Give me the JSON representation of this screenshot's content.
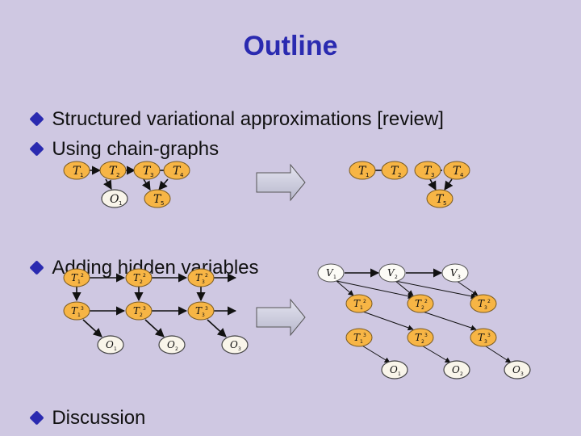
{
  "slide": {
    "title": "Outline",
    "bullets": [
      {
        "text": "Structured variational approximations [review]"
      },
      {
        "text": "Using chain-graphs"
      },
      {
        "text": "Adding hidden variables"
      },
      {
        "text": "Discussion"
      }
    ]
  },
  "colors": {
    "title": "#2a2ab0",
    "background": "#cfc8e2",
    "node_fill": "#f7b545",
    "observed_fill": "#f9f5ea",
    "arrow_fill": "#dcdcea"
  },
  "icons": {
    "bullet": "diamond-bullet",
    "transform": "right-arrow"
  },
  "diagrams": {
    "chain_left": {
      "nodes": [
        {
          "id": "T1",
          "main": "T",
          "sub": "1"
        },
        {
          "id": "T2",
          "main": "T",
          "sub": "2"
        },
        {
          "id": "T3",
          "main": "T",
          "sub": "3"
        },
        {
          "id": "T4",
          "main": "T",
          "sub": "4"
        },
        {
          "id": "O1",
          "main": "O",
          "sub": "1"
        },
        {
          "id": "T5",
          "main": "T",
          "sub": "5"
        }
      ]
    },
    "chain_right": {
      "nodes": [
        {
          "id": "T1",
          "main": "T",
          "sub": "1"
        },
        {
          "id": "T2",
          "main": "T",
          "sub": "2"
        },
        {
          "id": "T3",
          "main": "T",
          "sub": "3"
        },
        {
          "id": "T4",
          "main": "T",
          "sub": "4"
        },
        {
          "id": "T5",
          "main": "T",
          "sub": "5"
        }
      ]
    },
    "hidden_left": {
      "nodes": [
        {
          "id": "T12",
          "main": "T",
          "sub": "1",
          "sup": "2"
        },
        {
          "id": "T22",
          "main": "T",
          "sub": "2",
          "sup": "2"
        },
        {
          "id": "T32",
          "main": "T",
          "sub": "3",
          "sup": "2"
        },
        {
          "id": "T13",
          "main": "T",
          "sub": "1",
          "sup": "3"
        },
        {
          "id": "T23",
          "main": "T",
          "sub": "2",
          "sup": "3"
        },
        {
          "id": "T33",
          "main": "T",
          "sub": "3",
          "sup": "3"
        },
        {
          "id": "O1",
          "main": "O",
          "sub": "1"
        },
        {
          "id": "O2",
          "main": "O",
          "sub": "2"
        },
        {
          "id": "O3",
          "main": "O",
          "sub": "3"
        }
      ]
    },
    "hidden_right": {
      "nodes": [
        {
          "id": "V1",
          "main": "V",
          "sub": "1"
        },
        {
          "id": "V2",
          "main": "V",
          "sub": "2"
        },
        {
          "id": "V3",
          "main": "V",
          "sub": "3"
        },
        {
          "id": "T12",
          "main": "T",
          "sub": "1",
          "sup": "2"
        },
        {
          "id": "T22",
          "main": "T",
          "sub": "2",
          "sup": "2"
        },
        {
          "id": "T32",
          "main": "T",
          "sub": "3",
          "sup": "2"
        },
        {
          "id": "T13",
          "main": "T",
          "sub": "1",
          "sup": "3"
        },
        {
          "id": "T23",
          "main": "T",
          "sub": "2",
          "sup": "3"
        },
        {
          "id": "T33",
          "main": "T",
          "sub": "3",
          "sup": "3"
        },
        {
          "id": "O1",
          "main": "O",
          "sub": "1"
        },
        {
          "id": "O2",
          "main": "O",
          "sub": "2"
        },
        {
          "id": "O3",
          "main": "O",
          "sub": "3"
        }
      ]
    }
  }
}
